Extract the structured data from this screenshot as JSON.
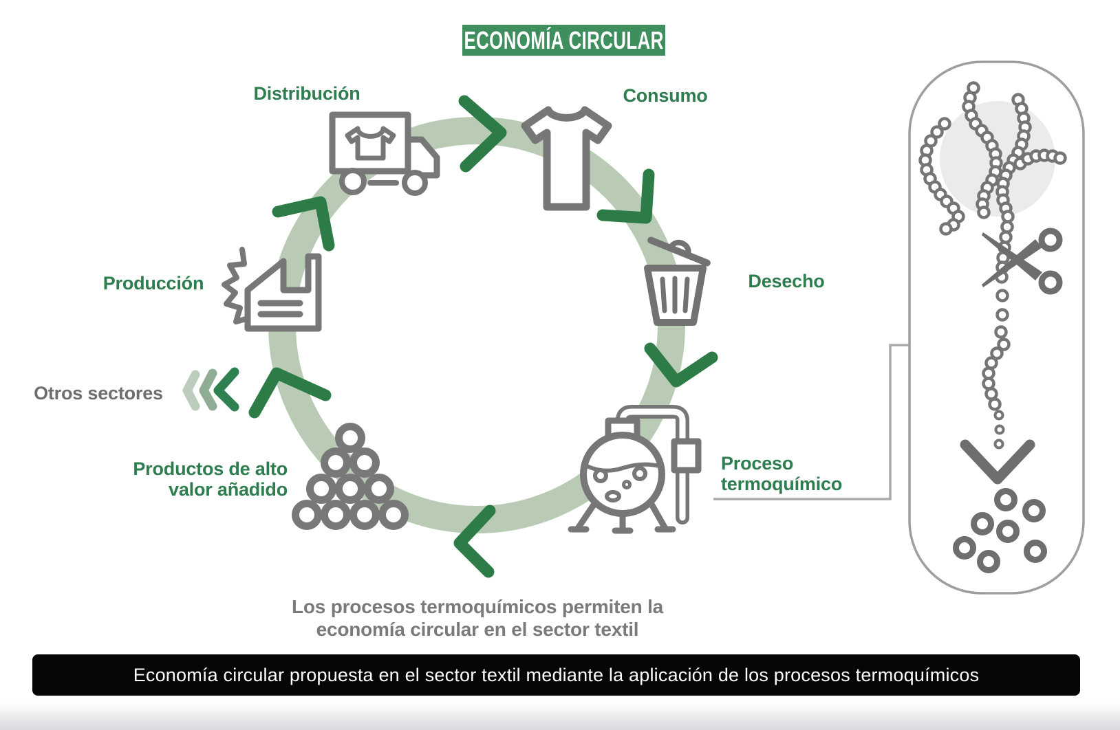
{
  "title": {
    "text": "ECONOMÍA CIRCULAR"
  },
  "cycle": {
    "stages": [
      {
        "id": "distribucion",
        "label": "Distribución",
        "icon": "delivery-truck-icon"
      },
      {
        "id": "consumo",
        "label": "Consumo",
        "icon": "tshirt-icon"
      },
      {
        "id": "desecho",
        "label": "Desecho",
        "icon": "trash-bin-icon"
      },
      {
        "id": "proceso-termoquimico",
        "line1": "Proceso",
        "line2": "termoquímico",
        "icon": "chemical-reactor-icon"
      },
      {
        "id": "productos-alto-valor",
        "line1": "Productos de alto",
        "line2": "valor añadido",
        "icon": "pellet-pyramid-icon"
      },
      {
        "id": "produccion",
        "label": "Producción",
        "icon": "factory-gear-icon"
      }
    ],
    "branch_label": "Otros sectores"
  },
  "side_panel": {
    "icons": [
      "polymer-bead-chains-icon",
      "scissors-icon",
      "bead-stream-icon",
      "down-arrow-icon",
      "scattered-monomers-icon"
    ]
  },
  "footnote": {
    "line1": "Los procesos termoquímicos permiten la",
    "line2": "economía circular en el sector textil"
  },
  "caption": {
    "text": "Economía circular propuesta en el sector textil mediante la aplicación de los procesos termoquímicos"
  },
  "colors": {
    "accent_green": "#2e7d4e",
    "badge_green": "#3f8e5d",
    "arrow_green": "#2d7c48",
    "ring_sage": "#b9cbb5",
    "chevron_light": "#bccdbd",
    "chevron_mid": "#8fad94",
    "icon_grey": "#777777",
    "text_grey": "#7a7a7a",
    "panel_border": "#9e9e9e",
    "caption_bg": "#060606"
  }
}
